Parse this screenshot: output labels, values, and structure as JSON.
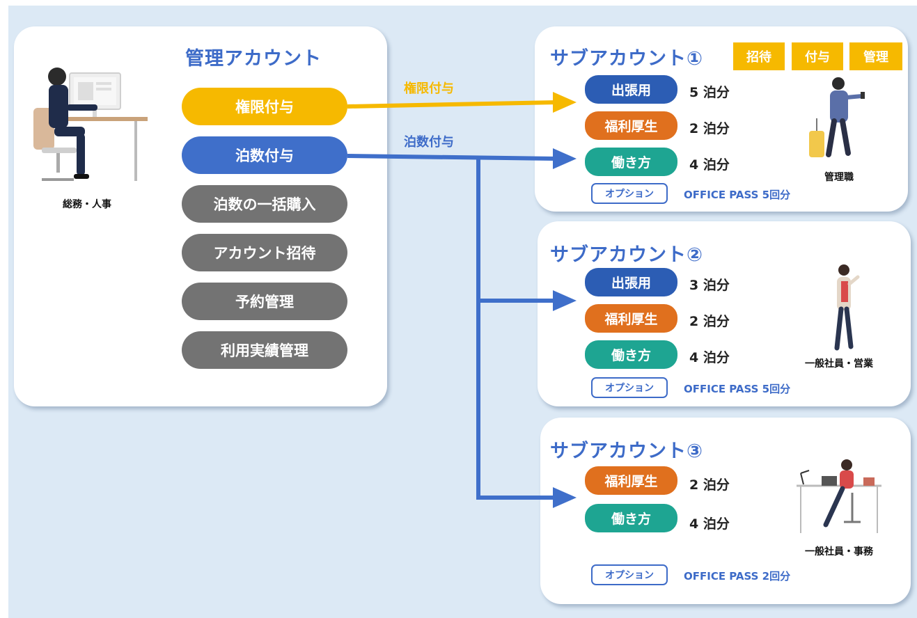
{
  "colors": {
    "background": "#dce9f5",
    "accent_blue": "#3d6bc8",
    "yellow": "#f6b900",
    "gray": "#737373",
    "business": "#2c5db4",
    "welfare": "#e0701e",
    "work": "#1ea592"
  },
  "admin": {
    "title": "管理アカウント",
    "role": "総務・人事",
    "buttons": {
      "grant_permission": "権限付与",
      "grant_nights": "泊数付与",
      "bulk_purchase": "泊数の一括購入",
      "invite": "アカウント招待",
      "reservations": "予約管理",
      "usage": "利用実績管理"
    }
  },
  "arrows": {
    "permission": "権限付与",
    "nights": "泊数付与"
  },
  "sub1": {
    "title": "サブアカウント①",
    "permissions": [
      "招待",
      "付与",
      "管理"
    ],
    "rows": [
      {
        "tag": "出張用",
        "nights": "5 泊分"
      },
      {
        "tag": "福利厚生",
        "nights": "2 泊分"
      },
      {
        "tag": "働き方",
        "nights": "4 泊分"
      }
    ],
    "option_label": "オプション",
    "option_text": "OFFICE PASS 5回分",
    "role": "管理職"
  },
  "sub2": {
    "title": "サブアカウント②",
    "rows": [
      {
        "tag": "出張用",
        "nights": "3 泊分"
      },
      {
        "tag": "福利厚生",
        "nights": "2 泊分"
      },
      {
        "tag": "働き方",
        "nights": "4 泊分"
      }
    ],
    "option_label": "オプション",
    "option_text": "OFFICE PASS 5回分",
    "role": "一般社員・営業"
  },
  "sub3": {
    "title": "サブアカウント③",
    "rows": [
      {
        "tag": "福利厚生",
        "nights": "2 泊分"
      },
      {
        "tag": "働き方",
        "nights": "4 泊分"
      }
    ],
    "option_label": "オプション",
    "option_text": "OFFICE PASS 2回分",
    "role": "一般社員・事務"
  }
}
